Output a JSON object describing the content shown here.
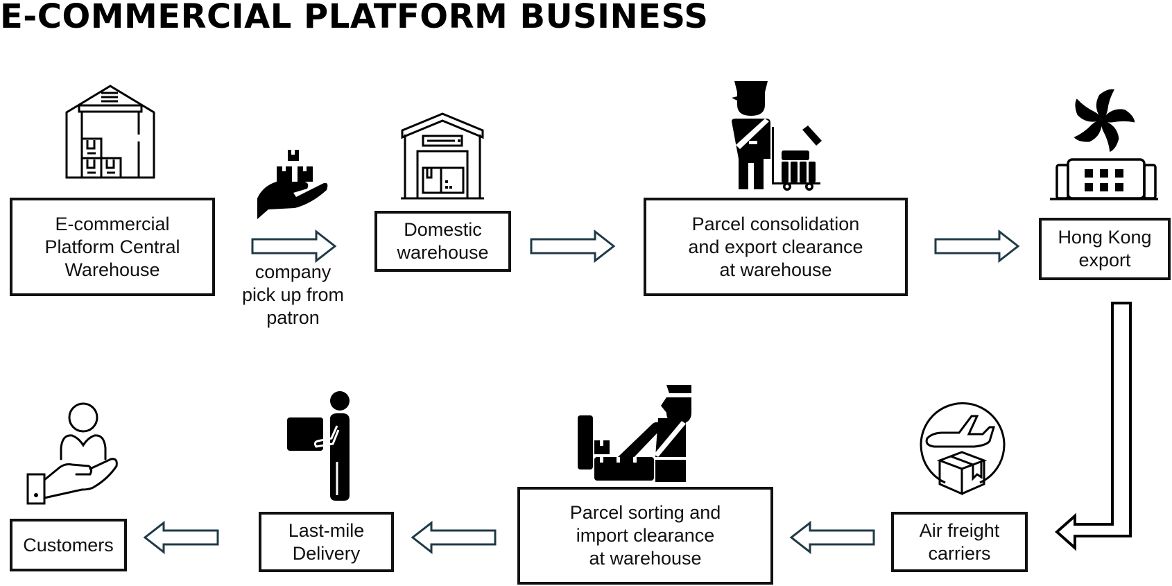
{
  "title": "E-COMMERCIAL PLATFORM BUSINESS",
  "colors": {
    "arrow_stroke": "#1f3a47",
    "box_border": "#111111",
    "icon": "#000000"
  },
  "steps": [
    {
      "id": "central-warehouse",
      "label": "E-commercial\nPlatform Central\nWarehouse",
      "icon": "warehouse-boxes-icon"
    },
    {
      "id": "domestic-warehouse",
      "label": "Domestic\nwarehouse",
      "icon": "warehouse-icon"
    },
    {
      "id": "export-clearance",
      "label": "Parcel consolidation\nand export clearance\nat warehouse",
      "icon": "customs-officer-trolley-icon"
    },
    {
      "id": "hk-export",
      "label": "Hong Kong\nexport",
      "icon": "hong-kong-bauhinia-building-icon"
    },
    {
      "id": "air-freight",
      "label": "Air freight\ncarriers",
      "icon": "airplane-package-icon"
    },
    {
      "id": "import-clearance",
      "label": "Parcel sorting and\nimport clearance\nat warehouse",
      "icon": "customs-officer-parcels-icon"
    },
    {
      "id": "last-mile",
      "label": "Last-mile\nDelivery",
      "icon": "delivery-person-icon"
    },
    {
      "id": "customers",
      "label": "Customers",
      "icon": "customer-hand-icon"
    }
  ],
  "connectors": [
    {
      "from": "central-warehouse",
      "to": "domestic-warehouse",
      "caption": "company\npick up from\npatron",
      "icon": "hand-boxes-icon"
    },
    {
      "from": "domestic-warehouse",
      "to": "export-clearance",
      "caption": ""
    },
    {
      "from": "export-clearance",
      "to": "hk-export",
      "caption": ""
    },
    {
      "from": "hk-export",
      "to": "air-freight",
      "caption": ""
    },
    {
      "from": "air-freight",
      "to": "import-clearance",
      "caption": ""
    },
    {
      "from": "import-clearance",
      "to": "last-mile",
      "caption": ""
    },
    {
      "from": "last-mile",
      "to": "customers",
      "caption": ""
    }
  ]
}
